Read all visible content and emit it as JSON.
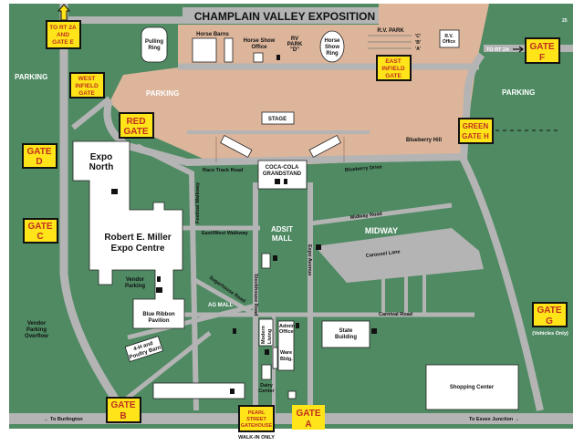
{
  "title": "CHAMPLAIN VALLEY EXPOSITION",
  "colors": {
    "grass": "#4f8a63",
    "tan": "#dcb59b",
    "road": "#b4b4b4",
    "gate_fill": "#ffe419",
    "gate_text": "#c0301f",
    "building": "#ffffff"
  },
  "page_number": "25",
  "gates": {
    "rt2a": [
      "TO RT 2A",
      "AND",
      "GATE E"
    ],
    "west_infield": [
      "WEST",
      "INFIELD",
      "GATE"
    ],
    "red": [
      "RED",
      "GATE"
    ],
    "d": [
      "GATE",
      "D"
    ],
    "c": [
      "GATE",
      "C"
    ],
    "b": [
      "GATE",
      "B"
    ],
    "pearl": [
      "PEARL",
      "STREET",
      "GATEHOUSE"
    ],
    "pearl_note": "WALK-IN ONLY",
    "a": [
      "GATE",
      "A"
    ],
    "g": [
      "GATE",
      "G"
    ],
    "g_note": "(Vehicles Only)",
    "f": [
      "GATE",
      "F"
    ],
    "f_note": "TO RT 2A",
    "east_infield": [
      "EAST",
      "INFIELD",
      "GATE"
    ],
    "green_h": [
      "GREEN",
      "GATE H"
    ]
  },
  "areas": {
    "parking_left": "PARKING",
    "parking_center": "PARKING",
    "parking_right": "PARKING",
    "adsit_mall": [
      "ADSIT",
      "MALL"
    ],
    "midway": "MIDWAY",
    "ag_mall": "AG MALL",
    "vendor_overflow": [
      "Vendor",
      "Parking",
      "Overflow"
    ],
    "vendor_parking": [
      "Vendor",
      "Parking"
    ],
    "blueberry_hill": "Blueberry Hill"
  },
  "buildings": {
    "pulling_ring": [
      "Pulling",
      "Ring"
    ],
    "horse_barns": "Horse Barns",
    "horse_show_office": [
      "Horse Show",
      "Office"
    ],
    "rv_park_d": [
      "RV",
      "PARK",
      "\"D\""
    ],
    "horse_show_ring": [
      "Horse",
      "Show",
      "Ring"
    ],
    "rv_park": "R.V. PARK",
    "rv_rows": [
      "'C'",
      "'B'",
      "'A'"
    ],
    "rv_office": [
      "R.V.",
      "Office"
    ],
    "stage": "STAGE",
    "grandstand": [
      "COCA-COLA",
      "GRANDSTAND"
    ],
    "expo_north": [
      "Expo",
      "North"
    ],
    "miller": [
      "Robert E. Miller",
      "Expo Centre"
    ],
    "blue_ribbon": [
      "Blue Ribbon",
      "Pavilion"
    ],
    "four_h": [
      "4-H and",
      "Poultry Barn"
    ],
    "modern_living": [
      "Modern",
      "Living"
    ],
    "admin": [
      "Admin",
      "Office"
    ],
    "ware": [
      "Ware",
      "Bldg."
    ],
    "dairy": [
      "Dairy",
      "Center"
    ],
    "state": [
      "State",
      "Building"
    ],
    "shopping": "Shopping Center"
  },
  "roads": {
    "race_track": "Race Track Road",
    "blueberry_drive": "Blueberry Drive",
    "festival": "Festival Walkway",
    "east_west": "East/West Walkway",
    "stockhouse": "Stockhouse Road",
    "expo_avenue": "Expo Avenue",
    "midway_road": "Midway Road",
    "carousel": "Carousel Lane",
    "sugarhouse": "Sugarhouse Road",
    "carnival": "Carnival Road",
    "to_burlington": "← To Burlington",
    "to_essex": "To Essex Junction →"
  }
}
